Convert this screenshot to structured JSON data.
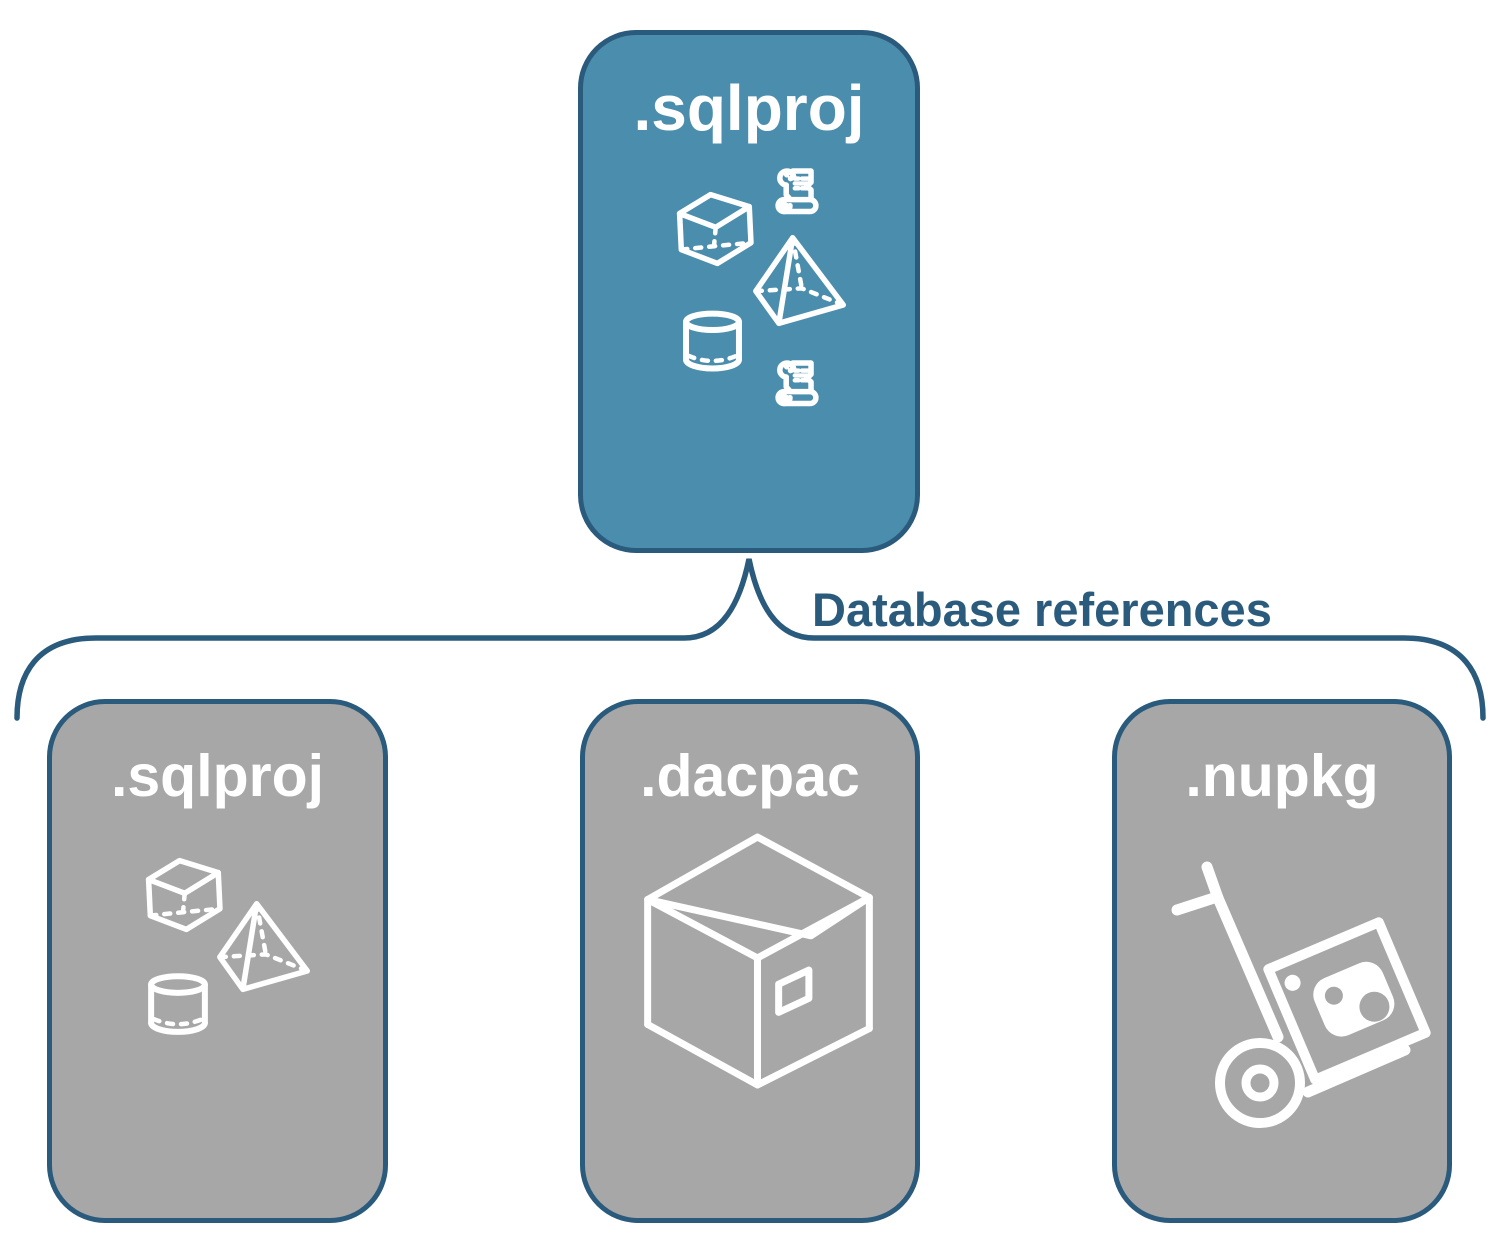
{
  "diagram": {
    "connector": {
      "label": "Database references"
    },
    "main_node": {
      "label": ".sqlproj",
      "icons": [
        "scroll-icon",
        "cube-icon",
        "pyramid-icon",
        "cylinder-icon",
        "scroll-icon"
      ]
    },
    "child_nodes": [
      {
        "label": ".sqlproj",
        "icons": [
          "cube-icon",
          "pyramid-icon",
          "cylinder-icon"
        ]
      },
      {
        "label": ".dacpac",
        "icons": [
          "package-box-icon"
        ]
      },
      {
        "label": ".nupkg",
        "icons": [
          "hand-truck-package-icon"
        ]
      }
    ],
    "colors": {
      "background": "#ffffff",
      "main_fill": "#4b8dad",
      "child_fill": "#a7a7a7",
      "outline": "#2a5a7c",
      "label_text": "#2a5a7c",
      "node_text": "#ffffff",
      "icon": "#ffffff"
    }
  }
}
